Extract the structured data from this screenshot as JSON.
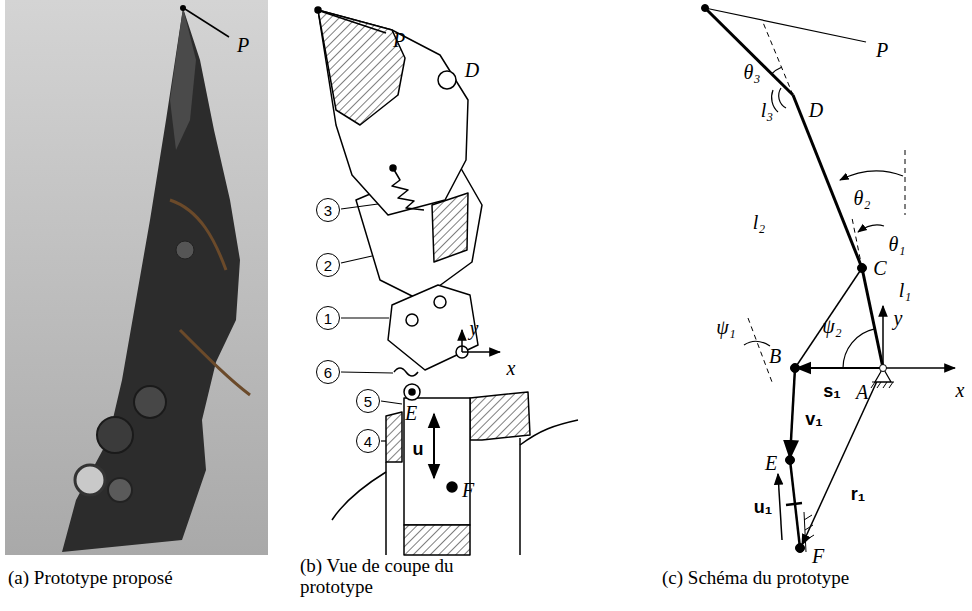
{
  "diagram": {
    "nodes": [
      {
        "text": [
          "3"
        ]
      },
      {
        "text": [
          "2"
        ]
      },
      {
        "text": [
          "1"
        ]
      },
      {
        "text": [
          "6"
        ]
      },
      {
        "text": [
          "5"
        ]
      },
      {
        "text": [
          "4"
        ]
      }
    ],
    "labels": [
      "P",
      "P",
      "D",
      "E",
      "u",
      "F",
      "y",
      "x",
      "P",
      "θ₃",
      "l₃",
      "D",
      "θ₂",
      "l₂",
      "θ₁",
      "C",
      "l₁",
      "y",
      "ψ₁",
      "ψ₂",
      "B",
      "A",
      "x",
      "v₁",
      "s₁",
      "E",
      "u₁",
      "r₁",
      "F",
      "(a) Prototype proposé",
      "(b) Vue de coupe du prototype",
      "(c) Schéma du prototype"
    ]
  }
}
